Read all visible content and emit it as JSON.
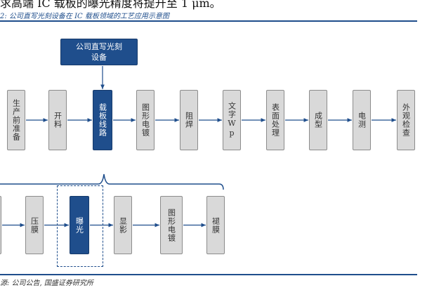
{
  "header": {
    "top_text": "求高端 IC 载板的曝光精度将提升至 1 μm。",
    "caption": "2:  公司直写光刻设备在 IC 载板领域的工艺应用示意图"
  },
  "equipment": {
    "line1": "公司直写光刻",
    "line2": "设备"
  },
  "top_row": [
    "生产前准备",
    "开料",
    "载板线路",
    "图形电镀",
    "阻焊",
    "文字Wp",
    "表面处理",
    "成型",
    "电测",
    "外观检查"
  ],
  "bottom_row": [
    "压膜",
    "曝光",
    "显影",
    "图形电镀",
    "褪膜"
  ],
  "source": "源:  公司公告, 国盛证券研究所",
  "colors": {
    "accent": "#1f4e8c",
    "box_fill": "#d9d9d9",
    "box_border": "#8c8c8c",
    "arrow": "#1f4e8c"
  }
}
